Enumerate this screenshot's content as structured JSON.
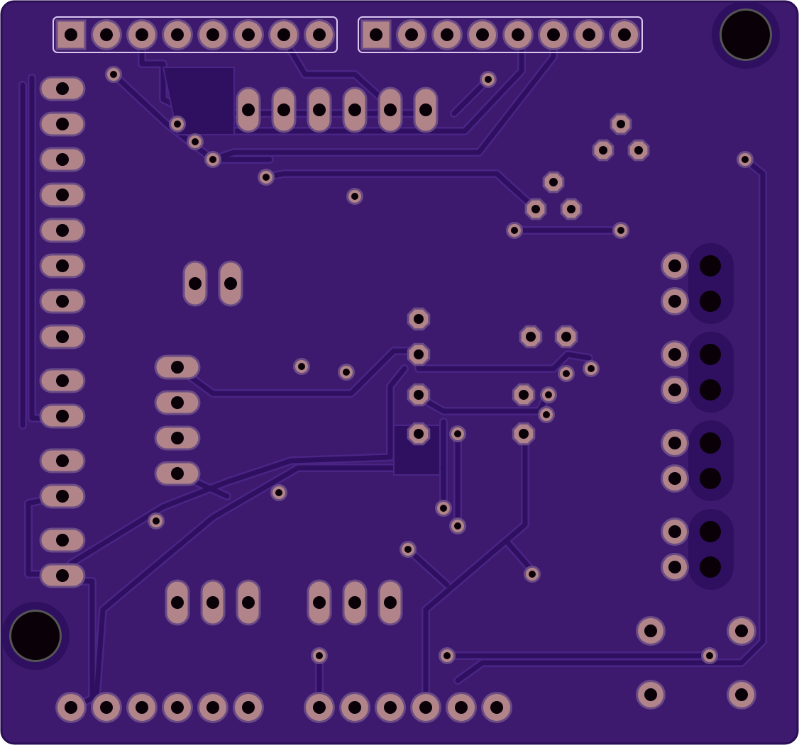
{
  "colors": {
    "board": "#3d1a6e",
    "board_edge": "#2a0f54",
    "trace": "#2f1060",
    "trace_outline": "#4a2585",
    "pad": "#b08488",
    "pad_ring": "#6a4b86",
    "drill": "#0a0008",
    "header_outline": "#d9c7f0",
    "mount_ring": "#555555"
  },
  "board": {
    "layer_view": "bottom copper",
    "components": [
      {
        "kind": "header",
        "name": "header-top-left",
        "pins": 8,
        "orientation": "horizontal",
        "first_pin_square": true
      },
      {
        "kind": "header",
        "name": "header-top-right",
        "pins": 8,
        "orientation": "horizontal",
        "first_pin_square": true
      },
      {
        "kind": "header",
        "name": "header-bottom-left",
        "pins": 6,
        "orientation": "horizontal"
      },
      {
        "kind": "header",
        "name": "header-bottom-right",
        "pins": 6,
        "orientation": "horizontal"
      },
      {
        "kind": "oval-pad-row",
        "name": "left-edge-connector",
        "pins": 14,
        "orientation": "vertical"
      },
      {
        "kind": "oval-pad-row",
        "name": "top-oval-row",
        "pins": 6,
        "orientation": "horizontal"
      },
      {
        "kind": "oval-pad-row",
        "name": "middle-oval-column",
        "pins": 4,
        "orientation": "vertical"
      },
      {
        "kind": "oval-pad-row",
        "name": "pot-left",
        "pins": 3,
        "orientation": "horizontal"
      },
      {
        "kind": "oval-pad-row",
        "name": "pot-right",
        "pins": 3,
        "orientation": "horizontal"
      },
      {
        "kind": "oval-pad-row",
        "name": "two-pin-oval",
        "pins": 2,
        "orientation": "horizontal"
      },
      {
        "kind": "terminal-block",
        "name": "right-terminal-pairs",
        "pins": 8
      },
      {
        "kind": "transistor",
        "name": "transistor-a",
        "pins": 3
      },
      {
        "kind": "transistor",
        "name": "transistor-b",
        "pins": 3
      },
      {
        "kind": "switch",
        "name": "push-button",
        "pins": 4
      },
      {
        "kind": "mounting-hole",
        "name": "mount-top-right"
      },
      {
        "kind": "mounting-hole",
        "name": "mount-bottom-left"
      }
    ]
  }
}
